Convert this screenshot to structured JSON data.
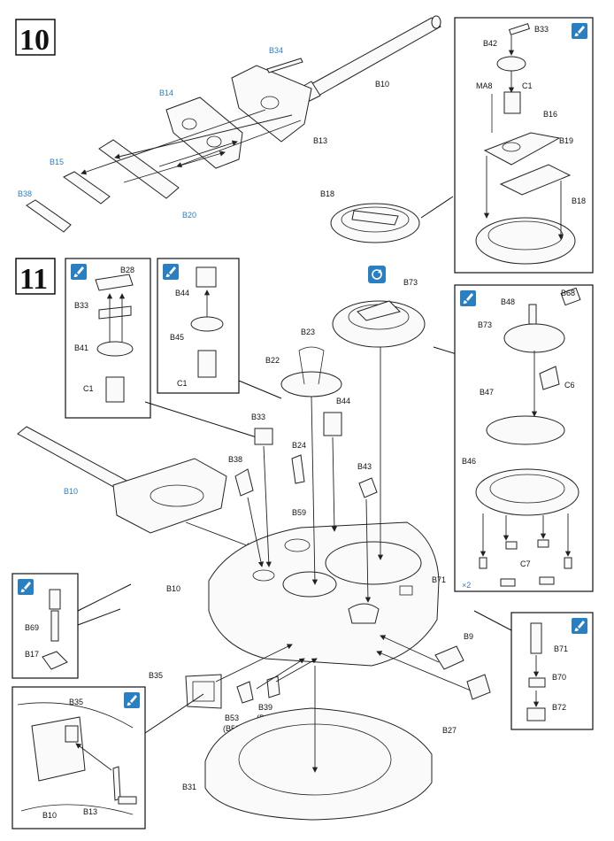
{
  "steps": {
    "step10": "10",
    "step11": "11"
  },
  "labels": {
    "b34": "B34",
    "b10_top": "B10",
    "b14": "B14",
    "b13_top": "B13",
    "b15": "B15",
    "b38_top": "B38",
    "b20": "B20",
    "b18_main": "B18",
    "b33_inset": "B33",
    "b42": "B42",
    "ma8": "MA8",
    "c1_inset": "C1",
    "b16": "B16",
    "b19": "B19",
    "b18_inset": "B18",
    "b28": "B28",
    "b33_a": "B33",
    "b41": "B41",
    "c1_a": "C1",
    "b44_b": "B44",
    "b45": "B45",
    "c1_b": "C1",
    "b73_main": "B73",
    "b23": "B23",
    "b22": "B22",
    "b33_main": "B33",
    "b44_main": "B44",
    "b38_main": "B38",
    "b24": "B24",
    "b43": "B43",
    "b10_mid": "B10",
    "b59": "B59",
    "b71_main": "B71",
    "b10_turret": "B10",
    "b9": "B9",
    "b35": "B35",
    "b53": "B53",
    "b52": "(B52)",
    "b39": "B39",
    "b39p": "(B39)",
    "b27": "B27",
    "b31": "B31",
    "b68": "B68",
    "b48": "B48",
    "b73_inset": "B73",
    "c6": "C6",
    "b47": "B47",
    "b46": "B46",
    "c7": "C7",
    "x2": "×2",
    "b69": "B69",
    "b17": "B17",
    "b71_inset": "B71",
    "b70": "B70",
    "b72": "B72",
    "b35_inset": "B35",
    "b10_inset": "B10",
    "b13_inset": "B13"
  },
  "icons": {
    "paint": "paint-brush-icon",
    "rotate": "rotate-icon"
  },
  "colors": {
    "accent": "#2a7fc1",
    "ink": "#111111"
  }
}
